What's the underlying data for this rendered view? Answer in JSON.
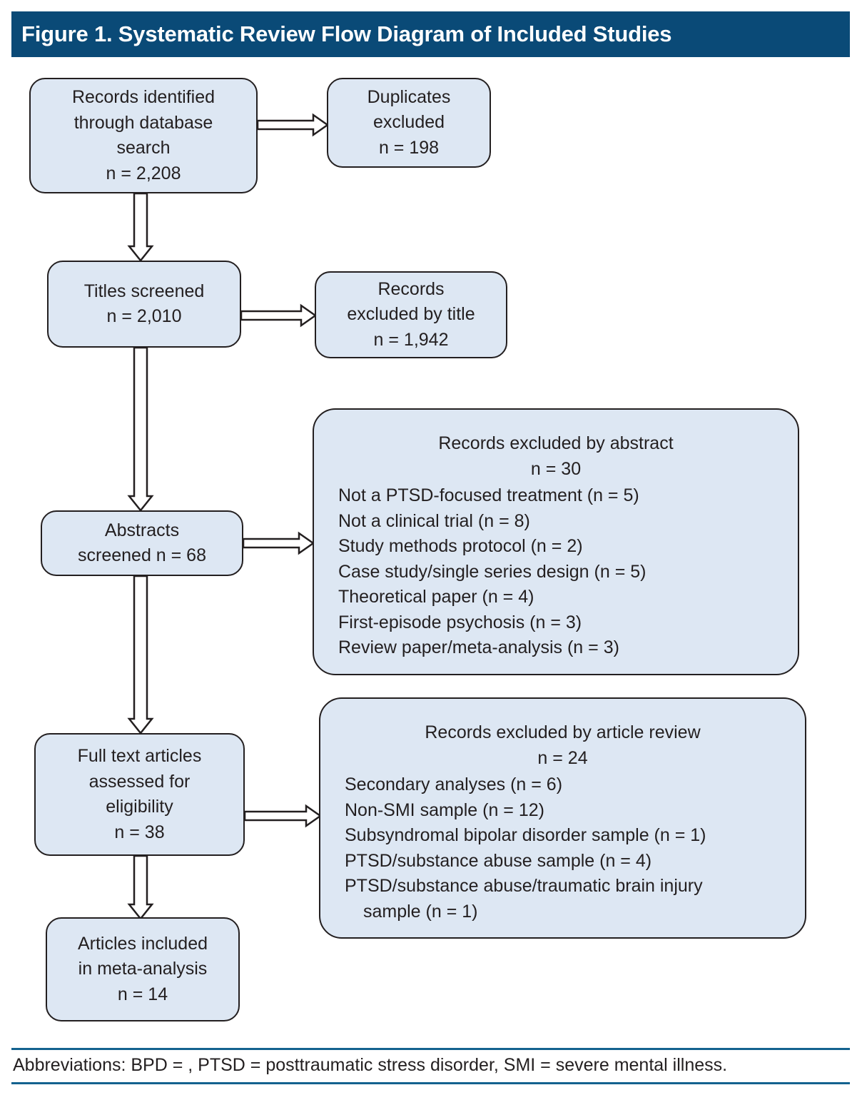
{
  "title": "Figure 1. Systematic Review Flow Diagram of Included Studies",
  "colors": {
    "header_bg": "#0a4a77",
    "box_fill": "#dde7f3",
    "box_border": "#231f20",
    "rule": "#13628f"
  },
  "nodes": {
    "records_identified": {
      "lines": [
        "Records identified",
        "through database",
        "search",
        "n = 2,208"
      ]
    },
    "duplicates_excluded": {
      "lines": [
        "Duplicates",
        "excluded",
        "n = 198"
      ]
    },
    "titles_screened": {
      "lines": [
        "Titles screened",
        "n = 2,010"
      ]
    },
    "records_excluded_title": {
      "lines": [
        "Records",
        "excluded by title",
        "n = 1,942"
      ]
    },
    "abstracts_screened": {
      "lines": [
        "Abstracts",
        "screened n = 68"
      ]
    },
    "records_excluded_abstract": {
      "heading": "Records excluded by abstract",
      "count": "n = 30",
      "reasons": [
        "Not a PTSD-focused treatment (n = 5)",
        "Not a clinical trial (n = 8)",
        "Study methods protocol (n = 2)",
        "Case study/single series design (n = 5)",
        "Theoretical paper (n = 4)",
        "First-episode psychosis (n = 3)",
        "Review paper/meta-analysis (n = 3)"
      ]
    },
    "full_text_assessed": {
      "lines": [
        "Full text articles",
        "assessed for",
        "eligibility",
        "n = 38"
      ]
    },
    "records_excluded_article": {
      "heading": "Records excluded by article review",
      "count": "n = 24",
      "reasons": [
        "Secondary analyses (n = 6)",
        "Non-SMI sample (n = 12)",
        "Subsyndromal bipolar disorder sample (n = 1)",
        "PTSD/substance abuse sample (n = 4)",
        "PTSD/substance abuse/traumatic brain injury",
        "sample (n = 1)"
      ]
    },
    "articles_included": {
      "lines": [
        "Articles included",
        "in meta-analysis",
        "n = 14"
      ]
    }
  },
  "footnote": "Abbreviations: BPD = , PTSD = posttraumatic stress disorder, SMI = severe mental illness."
}
